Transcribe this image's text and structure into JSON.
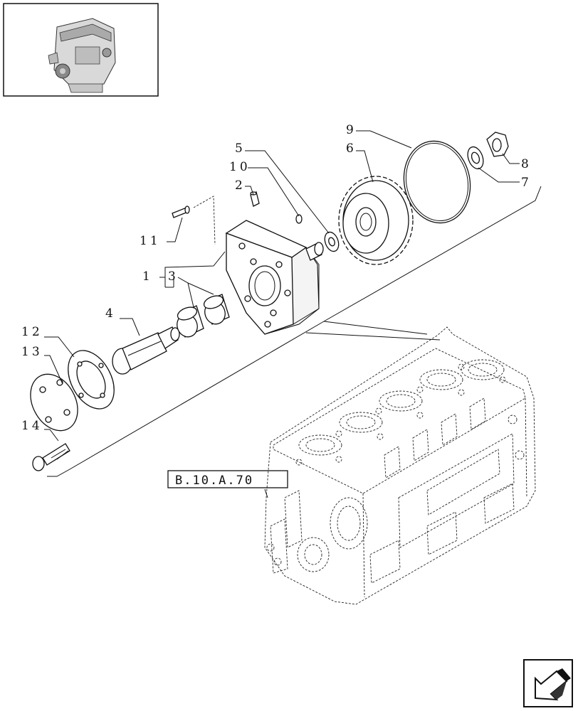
{
  "callouts": [
    {
      "id": "callout-1",
      "text": "1"
    },
    {
      "id": "callout-2",
      "text": "2"
    },
    {
      "id": "callout-3",
      "text": "3"
    },
    {
      "id": "callout-4",
      "text": "4"
    },
    {
      "id": "callout-5",
      "text": "5"
    },
    {
      "id": "callout-6",
      "text": "6"
    },
    {
      "id": "callout-7",
      "text": "7"
    },
    {
      "id": "callout-8",
      "text": "8"
    },
    {
      "id": "callout-9",
      "text": "9"
    },
    {
      "id": "callout-10",
      "text": "10"
    },
    {
      "id": "callout-11",
      "text": "11"
    },
    {
      "id": "callout-12",
      "text": "12"
    },
    {
      "id": "callout-13",
      "text": "13"
    },
    {
      "id": "callout-14",
      "text": "14"
    }
  ],
  "reference": {
    "text": "B.10.A.70"
  },
  "icons": {
    "thumbnail": "engine-thumbnail-icon",
    "navigation": "next-page-arrow-icon"
  },
  "colors": {
    "ink": "#111111",
    "paper": "#ffffff"
  }
}
